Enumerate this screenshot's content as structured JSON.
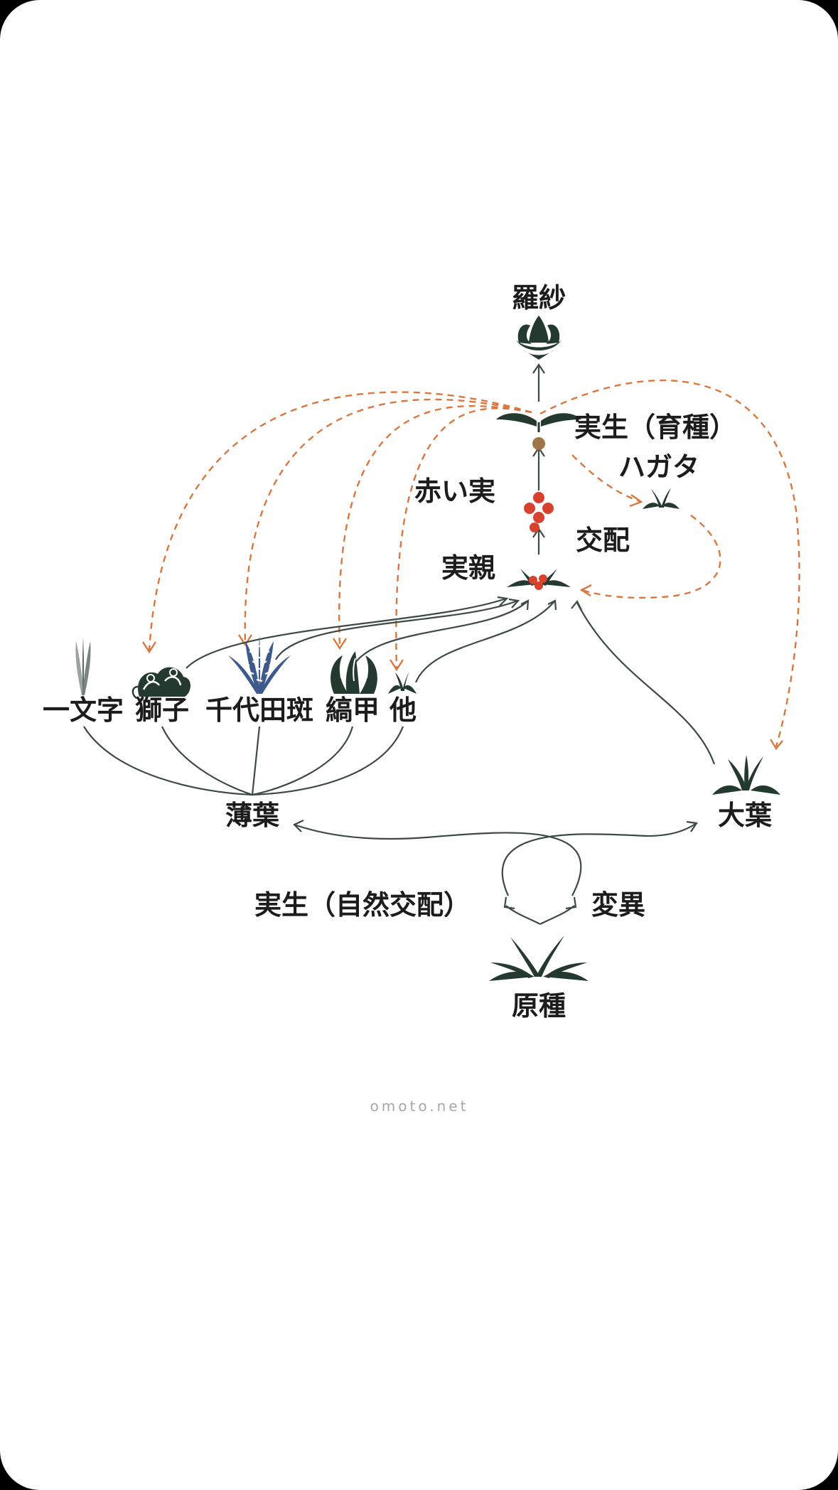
{
  "colors": {
    "background": "#ffffff",
    "solid_arrow": "#3b4a44",
    "dashed_arrow": "#d9773f",
    "leaf_dark": "#243a2e",
    "berry_red": "#d8412c",
    "seed_brown": "#a07548",
    "stripe_blue": "#3e5a8c",
    "text": "#1c1c1c",
    "watermark": "#a8a8a8"
  },
  "nodes": {
    "rasha": "羅紗",
    "mishou_ikushu": "実生（育種）",
    "hagata": "ハガタ",
    "akai_mi": "赤い実",
    "kouhai": "交配",
    "mioya": "実親",
    "ichimonji": "一文字",
    "shishi": "獅子",
    "chiyodafu": "千代田斑",
    "shimakou": "縞甲",
    "hoka": "他",
    "usuba": "薄葉",
    "ooba": "大葉",
    "mishou_shizen": "実生（自然交配）",
    "heni": "変異",
    "genshu": "原種"
  },
  "watermark": "omoto.net"
}
